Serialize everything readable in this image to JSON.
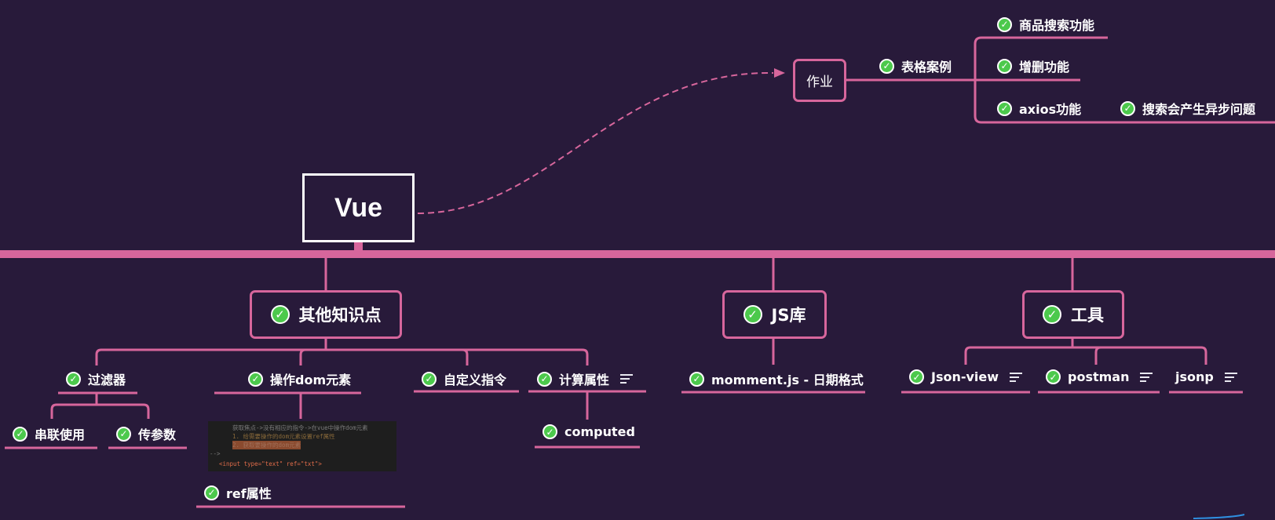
{
  "colors": {
    "background": "#281a3a",
    "branch": "#d7669c",
    "check": "#4cc94c",
    "root_border": "#ffffff"
  },
  "root": {
    "label": "Vue"
  },
  "homework": {
    "label": "作业",
    "children": [
      {
        "label": "表格案例",
        "children": [
          {
            "label": "商品搜索功能"
          },
          {
            "label": "增删功能"
          },
          {
            "label": "axios功能",
            "child": {
              "label": "搜索会产生异步问题"
            }
          }
        ]
      }
    ]
  },
  "branches": [
    {
      "label": "其他知识点",
      "children": [
        {
          "label": "过滤器",
          "children": [
            {
              "label": "串联使用"
            },
            {
              "label": "传参数"
            }
          ]
        },
        {
          "label": "操作dom元素",
          "image_lines": [
            "获取焦点->没有相应的指令->在vue中操作dom元素",
            "1. 给需要操作的dom元素设置ref属性",
            "2. 获取要操作的dom元素",
            "-->",
            "<input type=\"text\" ref=\"txt\">"
          ],
          "children": [
            {
              "label": "ref属性"
            }
          ]
        },
        {
          "label": "自定义指令"
        },
        {
          "label": "计算属性",
          "has_notes": true,
          "children": [
            {
              "label": "computed"
            }
          ]
        }
      ]
    },
    {
      "label": "JS库",
      "children": [
        {
          "label": "momment.js - 日期格式"
        }
      ]
    },
    {
      "label": "工具",
      "children": [
        {
          "label": "Json-view",
          "has_notes": true
        },
        {
          "label": "postman",
          "has_notes": true
        },
        {
          "label": "jsonp",
          "has_notes": true
        }
      ]
    }
  ]
}
